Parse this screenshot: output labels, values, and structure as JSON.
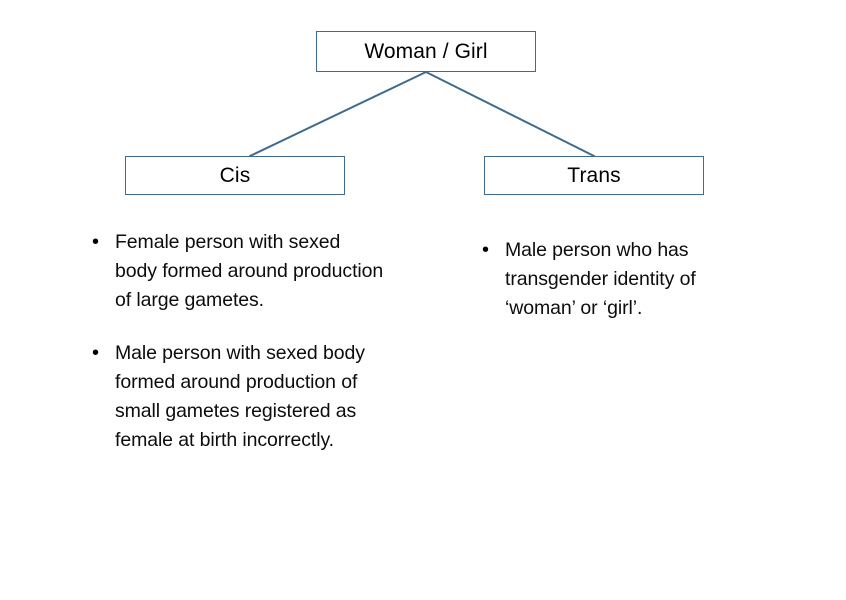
{
  "diagram": {
    "type": "hierarchy-tree",
    "colors": {
      "box_border": "#3f6b8e",
      "connector_line": "#3f6b8e",
      "background": "#ffffff",
      "text": "#000000"
    },
    "root": {
      "label": "Woman / Girl"
    },
    "branches": [
      {
        "id": "cis",
        "label": "Cis",
        "bullets": [
          {
            "marker": "•",
            "text": "Female person with sexed body formed around production of large gametes."
          },
          {
            "marker": "•",
            "text": "Male person with sexed body formed around production of small gametes registered as female at birth incorrectly."
          }
        ]
      },
      {
        "id": "trans",
        "label": "Trans",
        "bullets": [
          {
            "marker": "•",
            "text": "Male person who has transgender identity of ‘woman’ or ‘girl’."
          }
        ]
      }
    ]
  }
}
